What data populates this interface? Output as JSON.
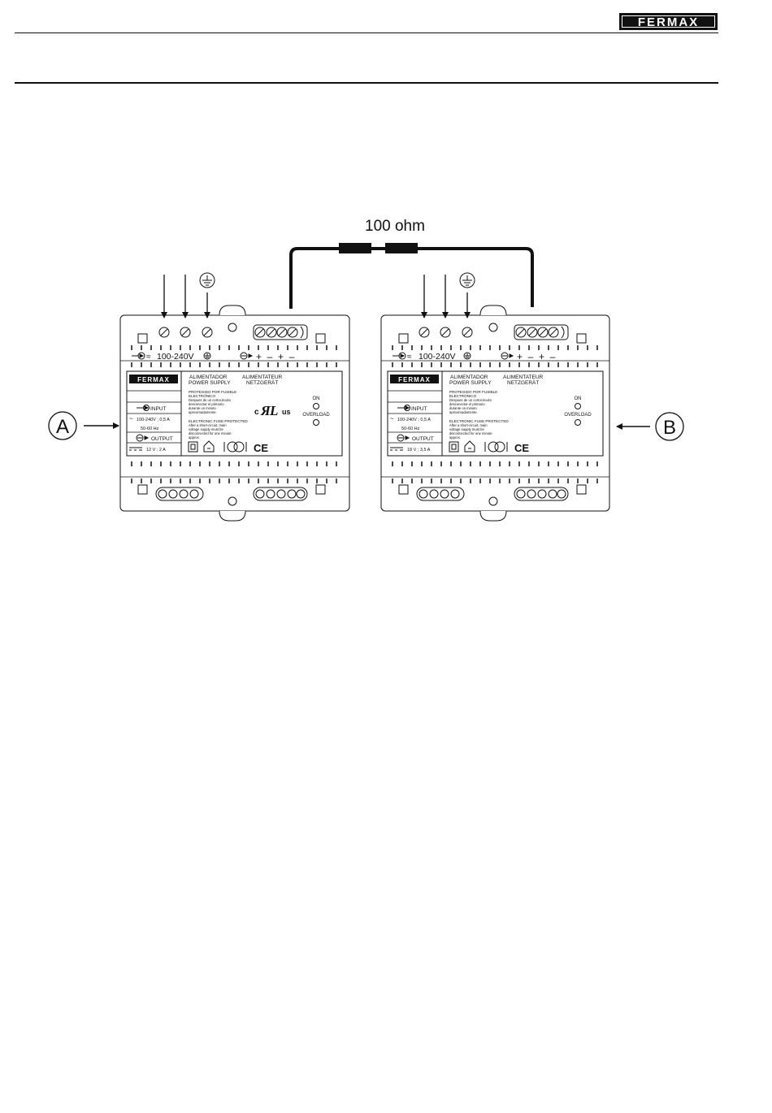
{
  "header": {
    "brand": "FERMAX"
  },
  "diagram": {
    "resistor_label": "100 ohm",
    "markers": {
      "a": "A",
      "b": "B"
    },
    "units": [
      {
        "id": "a",
        "top_terminal_label": "100-240V",
        "top_polarity": "+  –  +  –",
        "title_es": "ALIMENTADOR",
        "title_en": "POWER SUPPLY",
        "title_fr": "ALIMENTATEUR",
        "title_de": "NETZGERÄT",
        "fuse_es_1": "PROTEGIDO POR FUSIBLE",
        "fuse_es_2": "ELECTRÓNICO",
        "fuse_es_3": "Despues de un cortocircuito",
        "fuse_es_4": "desconectar el primario",
        "fuse_es_5": "durante un minuto",
        "fuse_es_6": "aproximadamente.",
        "fuse_en_1": "ELECTRONIC FUSE PROTECTED",
        "fuse_en_2": "After a short-circuit, main",
        "fuse_en_3": "voltage supply must be",
        "fuse_en_4": "disconnected for one minute",
        "fuse_en_5": "approx.",
        "input_label": "INPUT",
        "input_rating": "100-240V ; 0,5 A",
        "frequency": "50-60 Hz",
        "output_label": "OUTPUT",
        "output_rating": "12 V ; 2 A",
        "on_label": "ON",
        "overload_label": "OVERLOAD",
        "cert_c": "c",
        "cert_us": "us",
        "ce": "CE"
      },
      {
        "id": "b",
        "top_terminal_label": "100-240V",
        "top_polarity": "+  –  +  –",
        "title_es": "ALIMENTADOR",
        "title_en": "POWER SUPPLY",
        "title_fr": "ALIMENTATEUR",
        "title_de": "NETZGERÄT",
        "fuse_es_1": "PROTEGIDO POR FUSIBLE",
        "fuse_es_2": "ELECTRÓNICO",
        "fuse_es_3": "Despues de un cortocircuito",
        "fuse_es_4": "desconectar el primario",
        "fuse_es_5": "durante un minuto",
        "fuse_es_6": "aproximadamente.",
        "fuse_en_1": "ELECTRONIC FUSE PROTECTED",
        "fuse_en_2": "After a short-circuit, main",
        "fuse_en_3": "voltage supply must be",
        "fuse_en_4": "disconnected for one minute",
        "fuse_en_5": "approx.",
        "input_label": "INPUT",
        "input_rating": "100-240V ; 0,5 A",
        "frequency": "50-60 Hz",
        "output_label": "OUTPUT",
        "output_rating": "18 V ; 3,5 A",
        "on_label": "ON",
        "overload_label": "OVERLOAD",
        "ce": "CE"
      }
    ]
  }
}
